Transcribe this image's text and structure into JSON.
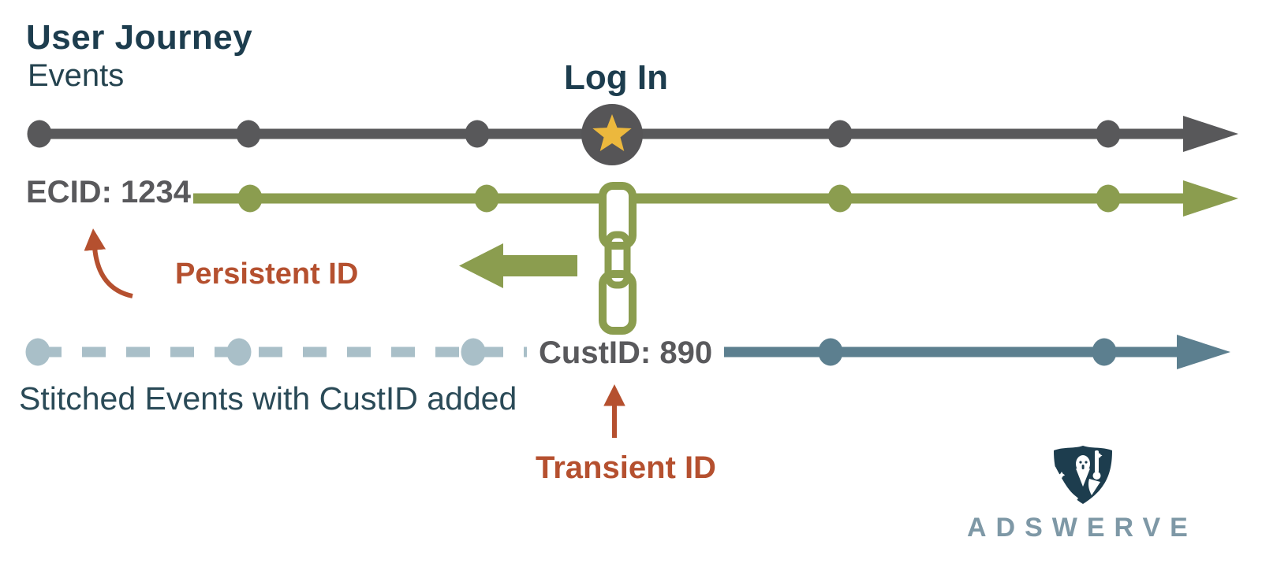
{
  "header": {
    "title": "User Journey",
    "subtitle": "Events"
  },
  "timelines": {
    "events": {
      "milestone_label": "Log In"
    },
    "ecid": {
      "label": "ECID: 1234"
    },
    "custid": {
      "label": "CustID: 890",
      "caption": "Stitched Events with CustID added"
    }
  },
  "annotations": {
    "persistent": "Persistent ID",
    "transient": "Transient ID"
  },
  "logo": {
    "brand": "ADSWERVE"
  },
  "icons": {
    "milestone": "star-icon",
    "link": "chain-link-icon",
    "stitch_direction": "left-arrow-icon",
    "persistent_pointer": "curved-arrow-icon",
    "transient_pointer": "up-arrow-icon",
    "brand_mark": "shield-logo-icon"
  },
  "colors": {
    "dark_navy": "#1d3d4e",
    "gray": "#58585a",
    "circle_gray": "#565557",
    "text_gray": "#59595c",
    "green": "#8b9d4f",
    "light_blue": "#a9bfc8",
    "teal": "#5c7f8f",
    "rust": "#b5502f",
    "gold": "#ecb83d",
    "logo_text": "#7e98a6"
  }
}
